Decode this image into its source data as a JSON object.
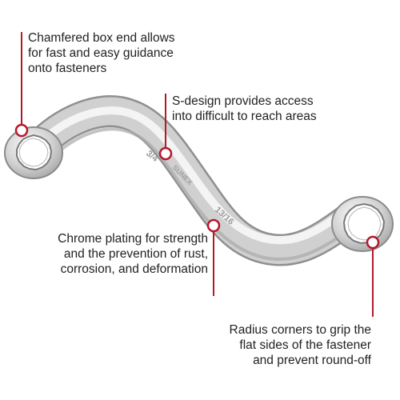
{
  "callouts": {
    "box_end": {
      "lines": [
        "Chamfered box end allows",
        "for fast and easy guidance",
        "onto fasteners"
      ]
    },
    "s_design": {
      "lines": [
        "S-design provides access",
        "into difficult to reach areas"
      ]
    },
    "chrome": {
      "lines": [
        "Chrome plating for strength",
        "and the prevention of rust,",
        "corrosion, and deformation"
      ]
    },
    "radius": {
      "lines": [
        "Radius corners to grip the",
        "flat sides of the fastener",
        "and prevent round-off"
      ]
    }
  },
  "wrench": {
    "size_small": "3/4",
    "size_large": "13/16",
    "brand": "SUNEX"
  },
  "colors": {
    "accent": "#b5172b",
    "text": "#222222",
    "wrench_light": "#f2f2f2",
    "wrench_mid": "#c9c9c9",
    "wrench_dark": "#8a8a8a"
  }
}
